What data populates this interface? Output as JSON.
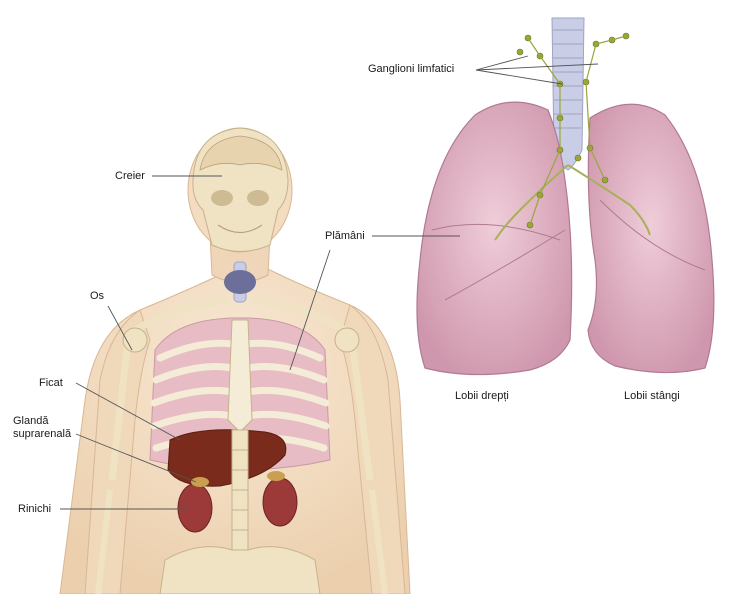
{
  "labels": {
    "lymph_nodes": "Ganglioni limfatici",
    "brain": "Creier",
    "lungs": "Plămâni",
    "bone": "Os",
    "liver": "Ficat",
    "adrenal_line1": "Glandă",
    "adrenal_line2": "suprarenală",
    "kidneys": "Rinichi",
    "right_lobes": "Lobii drepți",
    "left_lobes": "Lobii stângi"
  },
  "colors": {
    "skin": "#f3dcc0",
    "bone": "#f1e6c8",
    "lung": "#e2b6c6",
    "lung_shade": "#c98fa7",
    "liver": "#7a2b1c",
    "kidney": "#9c3a3a",
    "node": "#9aa63a",
    "trachea": "#c9cde6",
    "thyroid": "#6b6f9a",
    "leader": "#444444"
  }
}
